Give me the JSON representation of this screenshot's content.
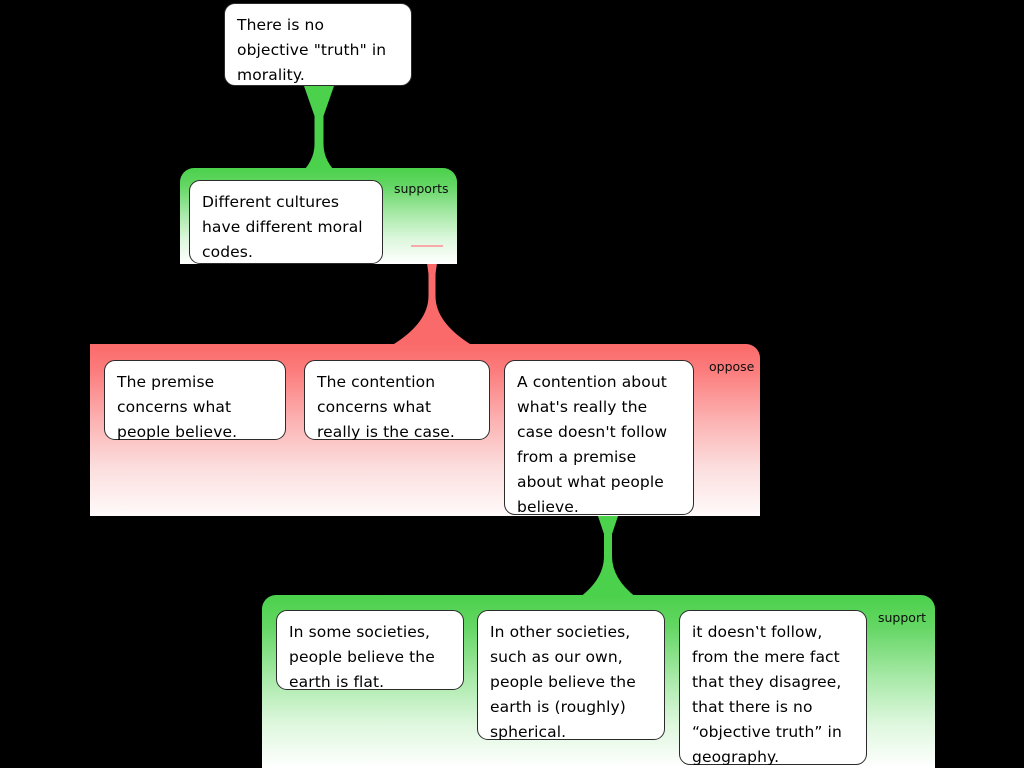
{
  "diagram": {
    "title": "Argument map: objective truth in morality",
    "background": "#000000",
    "colors": {
      "support_green": "#4bd14b",
      "oppose_red": "#fb6a6a",
      "card_background": "#ffffff",
      "card_border": "#2b2b2b",
      "text": "#000000"
    }
  },
  "contention": {
    "id": "main-contention",
    "text": "There is no objective \"truth\" in morality."
  },
  "groups": [
    {
      "id": "supports-group",
      "label": "supports",
      "relation": "supports",
      "color": "#4bd14b",
      "claims": [
        {
          "id": "different-cultures",
          "text": "Different cultures have different moral codes."
        }
      ]
    },
    {
      "id": "oppose-group",
      "label": "oppose",
      "relation": "oppose",
      "color": "#fb6a6a",
      "claims": [
        {
          "id": "premise-people-believe",
          "text": "The premise concerns what people believe."
        },
        {
          "id": "contention-really-is",
          "text": "The contention concerns what really is the case."
        },
        {
          "id": "does-not-follow",
          "text": "A contention about what's really the case doesn't follow from a premise about what people believe."
        }
      ]
    },
    {
      "id": "support-group-bottom",
      "label": "support",
      "relation": "support",
      "color": "#4bd14b",
      "claims": [
        {
          "id": "flat-earth-societies",
          "text": "In some societies, people believe the earth is flat."
        },
        {
          "id": "spherical-earth-societies",
          "text": "In other societies, such as our own, people believe the earth is (roughly) spherical."
        },
        {
          "id": "geography-analogy",
          "text": "it doesn‛t follow, from the mere fact that they disagree, that there is no “objective truth” in geography."
        }
      ]
    }
  ],
  "connectors": [
    {
      "id": "contention-to-supports",
      "color": "#4bd14b",
      "from": "main-contention",
      "to": "supports-group"
    },
    {
      "id": "supports-to-oppose",
      "color": "#fb6a6a",
      "from": "supports-group",
      "to": "oppose-group"
    },
    {
      "id": "oppose-to-support",
      "color": "#4bd14b",
      "from": "does-not-follow",
      "to": "support-group-bottom"
    }
  ]
}
